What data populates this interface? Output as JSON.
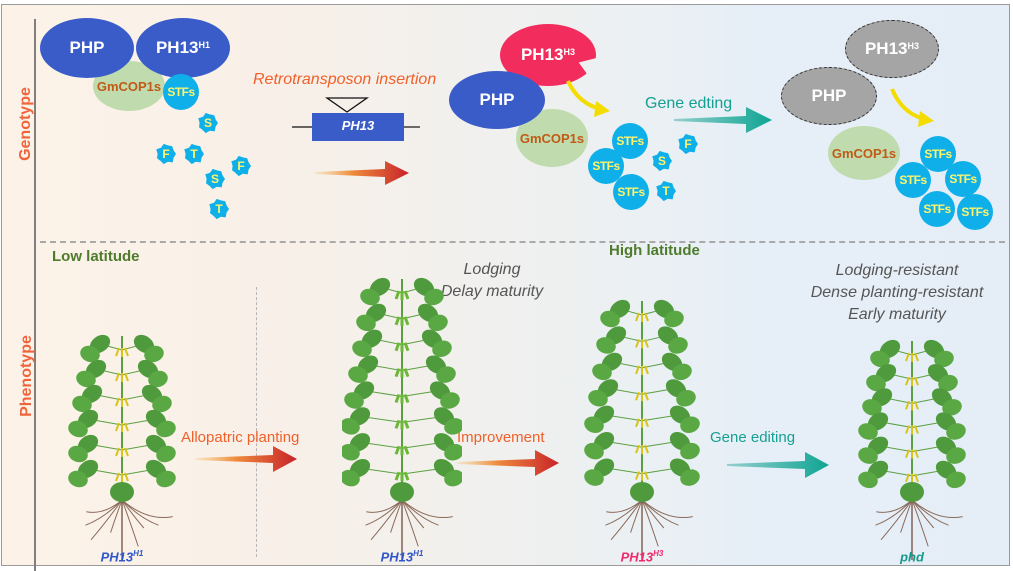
{
  "side_labels": {
    "genotype": "Genotype",
    "phenotype": "Phenotype"
  },
  "genotype": {
    "left": {
      "php": "PHP",
      "ph13": "PH13",
      "ph13_sup": "H1",
      "gmcop1s": "GmCOP1s",
      "stfs": "STFs",
      "fragments": [
        "S",
        "F",
        "T",
        "F",
        "S",
        "T"
      ]
    },
    "middle_gene": {
      "insertion_label": "Retrotransposon insertion",
      "gene_name": "PH13"
    },
    "h3_complex": {
      "ph13": "PH13",
      "ph13_sup": "H3",
      "php": "PHP",
      "gmcop1s": "GmCOP1s",
      "stfs": [
        "STFs",
        "STFs",
        "STFs"
      ],
      "fragments": [
        "S",
        "F",
        "T"
      ]
    },
    "gene_editing_label": "Gene edting",
    "edited": {
      "ph13": "PH13",
      "ph13_sup": "H3",
      "php": "PHP",
      "gmcop1s": "GmCOP1s",
      "stfs": [
        "STFs",
        "STFs",
        "STFs",
        "STFs",
        "STFs"
      ]
    }
  },
  "phenotype": {
    "low_latitude": "Low latitude",
    "high_latitude": "High latitude",
    "traits_lodging": [
      "Lodging",
      "Delay maturity"
    ],
    "traits_edited": [
      "Lodging-resistant",
      "Dense planting-resistant",
      "Early maturity"
    ],
    "arrows": {
      "allopatric": "Allopatric planting",
      "improvement": "Improvement",
      "gene_editing": "Gene editing"
    },
    "plants": [
      {
        "label": "PH13",
        "sup": "H1",
        "color": "#2f57c9"
      },
      {
        "label": "PH13",
        "sup": "H1",
        "color": "#2f57c9"
      },
      {
        "label": "PH13",
        "sup": "H3",
        "color": "#f02a6a"
      },
      {
        "label": "phd",
        "sup": "",
        "color": "#14998a"
      }
    ]
  },
  "colors": {
    "blue_protein": "#3a5cc8",
    "red_protein": "#f22d5d",
    "grey_protein": "#a5a5a5",
    "stf_cyan": "#0fb0ea",
    "label_orange": "#f0643c",
    "teal": "#16a091"
  }
}
